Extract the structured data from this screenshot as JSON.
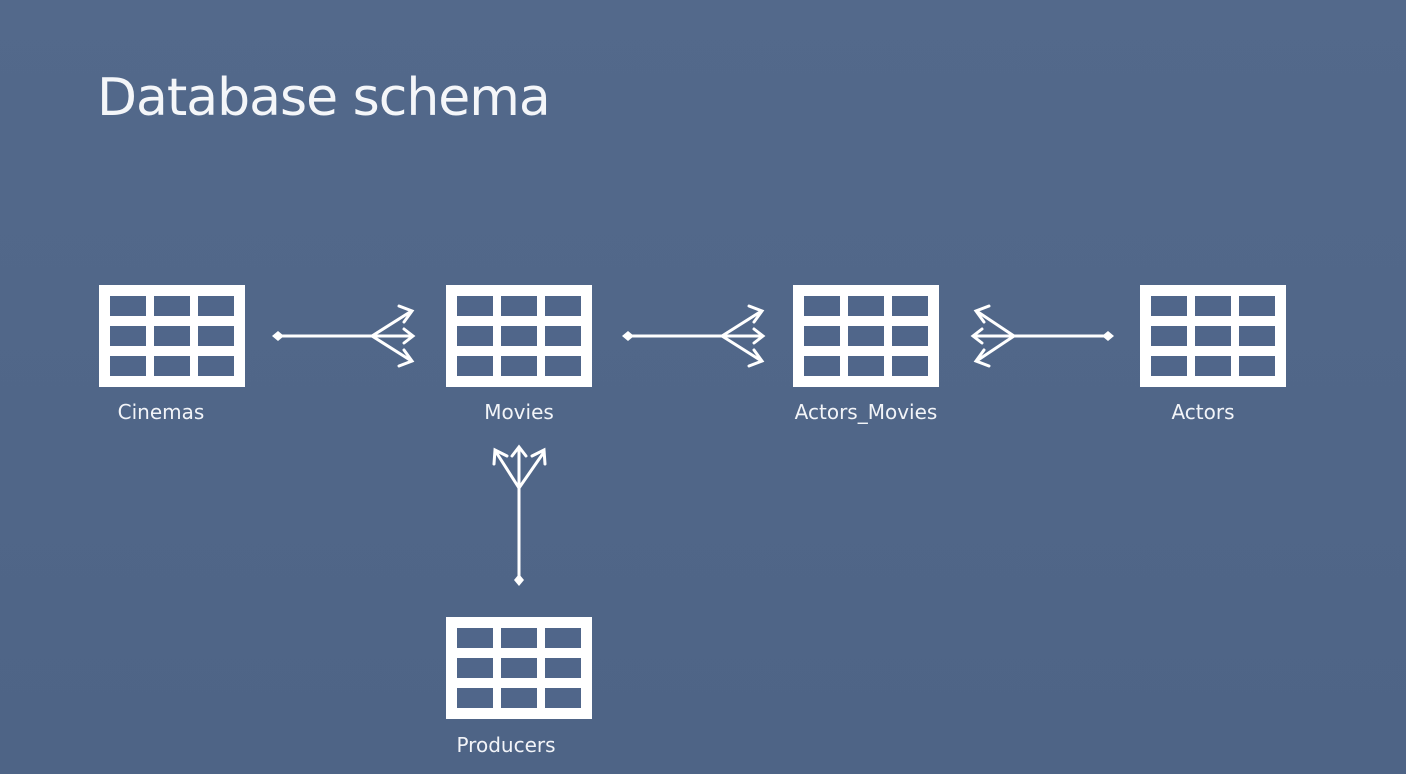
{
  "slide": {
    "title": "Database schema"
  },
  "tables": {
    "cinemas": "Cinemas",
    "movies": "Movies",
    "actors_movies": "Actors_Movies",
    "actors": "Actors",
    "producers": "Producers"
  },
  "relationships": [
    {
      "from": "Cinemas",
      "to": "Movies",
      "type": "one-to-many"
    },
    {
      "from": "Movies",
      "to": "Actors_Movies",
      "type": "one-to-many"
    },
    {
      "from": "Actors",
      "to": "Actors_Movies",
      "type": "one-to-many"
    },
    {
      "from": "Producers",
      "to": "Movies",
      "type": "one-to-many"
    }
  ],
  "colors": {
    "background": "#50668a",
    "foreground": "#ffffff"
  }
}
